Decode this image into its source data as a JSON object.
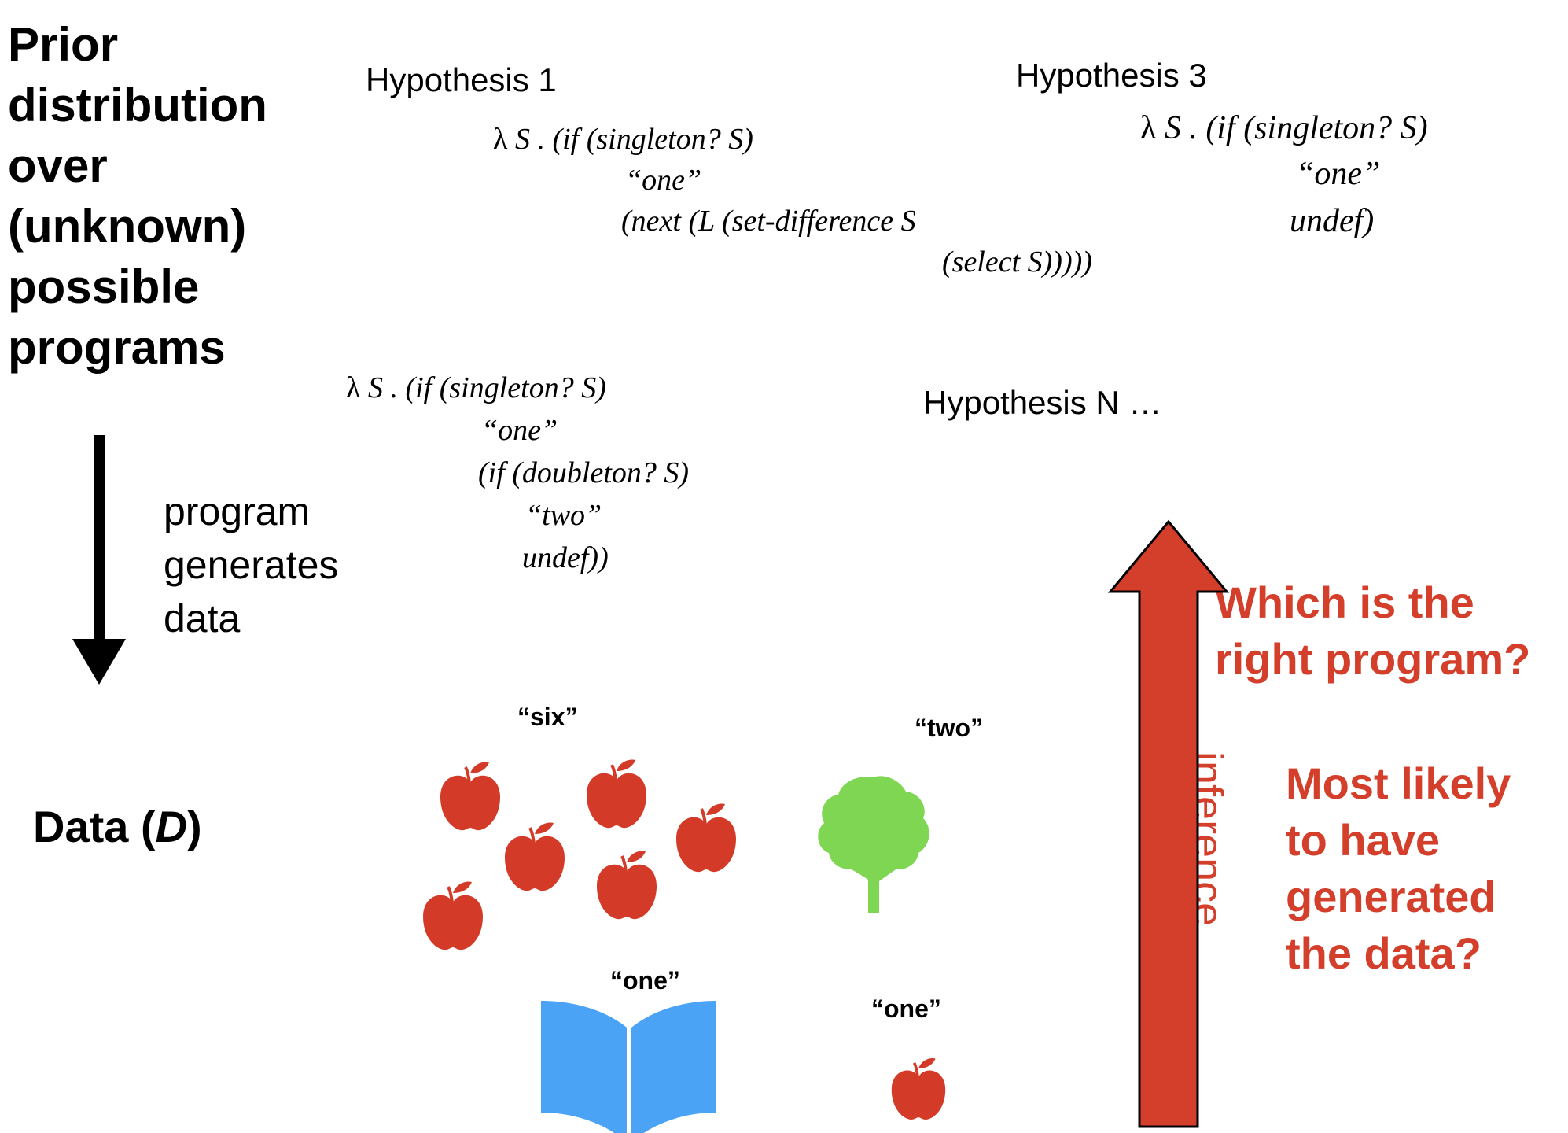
{
  "prior": {
    "lines": [
      "Prior",
      "distribution",
      "over",
      "(unknown)",
      "possible",
      "programs"
    ]
  },
  "hypothesis_1": {
    "title": "Hypothesis 1",
    "lambda": "λ",
    "lines": [
      "S . (if (singleton? S)",
      "“one”",
      "(next (L (set-difference S",
      "(select S)))))"
    ]
  },
  "hypothesis_3": {
    "title": "Hypothesis 3",
    "lambda": "λ",
    "lines": [
      "S . (if (singleton? S)",
      "“one”",
      "undef)"
    ]
  },
  "hypothesis_2": {
    "lambda": "λ",
    "lines": [
      "S . (if (singleton? S)",
      "“one”",
      "(if (doubleton? S)",
      "“two”",
      "undef))"
    ]
  },
  "hypothesis_n": {
    "title": "Hypothesis N …"
  },
  "generation": {
    "lines": [
      "program",
      "generates",
      "data"
    ]
  },
  "data_label": {
    "text": "Data (",
    "var": "D",
    "close": ")"
  },
  "questions": {
    "q1": [
      "Which is the",
      "right program?"
    ],
    "q2": [
      "Most likely",
      "to have",
      "generated",
      "the data?"
    ]
  },
  "inference_label": "inference",
  "data_items": {
    "apples_label": "“six”",
    "tree_label": "“two”",
    "book_label": "“one”",
    "single_apple_label": "“one”"
  },
  "colors": {
    "accent_red": "#d33f2a",
    "apple_red": "#d33a27",
    "tree_green": "#7ed652",
    "book_blue": "#4aa3f5"
  }
}
